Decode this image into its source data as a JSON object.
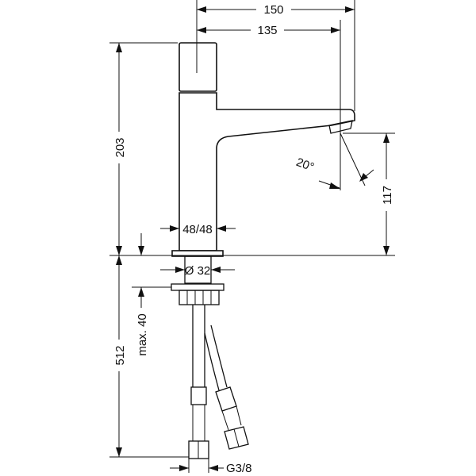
{
  "dimensions": {
    "total_reach": "150",
    "spout_reach": "135",
    "total_height": "203",
    "spout_height": "117",
    "spray_angle": "20°",
    "body_diameter": "48/48",
    "hole_diameter": "Ø 32",
    "max_thickness": "max. 40",
    "hose_length": "512",
    "thread": "G3/8"
  }
}
